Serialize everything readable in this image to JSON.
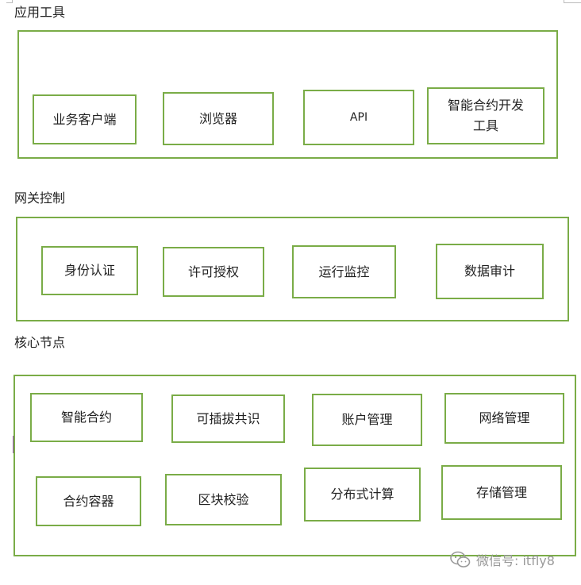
{
  "sections": {
    "apps": {
      "label": "应用工具",
      "items": [
        "业务客户端",
        "浏览器",
        "API",
        "智能合约开发\n工具"
      ]
    },
    "gateway": {
      "label": "网关控制",
      "items": [
        "身份认证",
        "许可授权",
        "运行监控",
        "数据审计"
      ]
    },
    "core": {
      "label": "核心节点",
      "row1": [
        "智能合约",
        "可插拔共识",
        "账户管理",
        "网络管理"
      ],
      "row2": [
        "合约容器",
        "区块校验",
        "分布式计算",
        "存储管理"
      ]
    }
  },
  "watermark": {
    "text": "微信号: itfly8",
    "icon": "wechat-icon"
  },
  "colors": {
    "border": "#7aac47",
    "text": "#222222",
    "watermark": "#9a9a9a"
  }
}
